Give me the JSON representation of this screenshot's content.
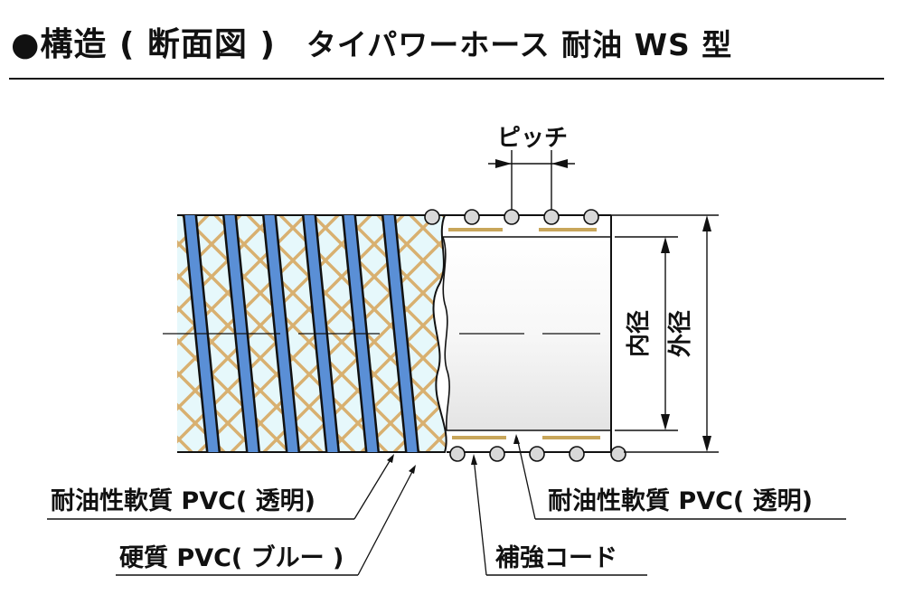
{
  "header": {
    "title": "●構造 ( 断面図 )",
    "subtitle": "タイパワーホース 耐油 WS 型"
  },
  "labels": {
    "pitch": "ピッチ",
    "inner_diameter": "内径",
    "outer_diameter": "外径",
    "oil_resistant_pvc_left": "耐油性軟質 PVC( 透明)",
    "hard_pvc": "硬質 PVC( ブルー )",
    "reinforcement_cord": "補強コード",
    "oil_resistant_pvc_right": "耐油性軟質 PVC( 透明)"
  },
  "colors": {
    "helix": "#5a8fd6",
    "mesh": "#d8b070",
    "hose_body": "#e6f8fb",
    "cord": "#c8a65a",
    "bore": "#f2f2f2"
  }
}
